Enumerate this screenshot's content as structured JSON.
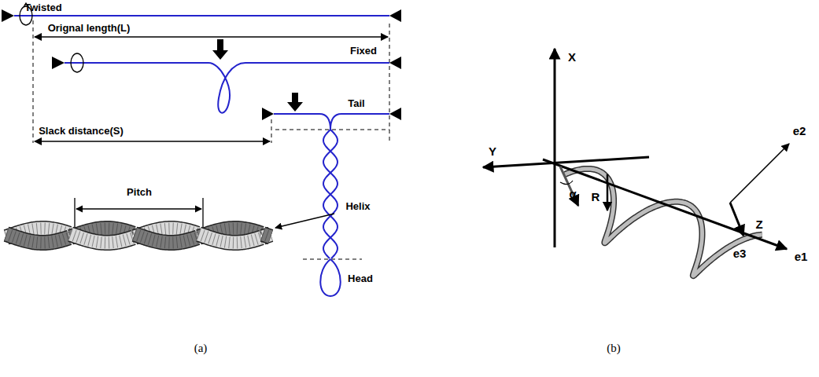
{
  "diagram": {
    "labels": [
      "Twisted",
      "Orignal length(L)",
      "Fixed",
      "Slack distance(S)",
      "Tail",
      "Pitch",
      "Helix",
      "Head",
      "(a)",
      "X",
      "Y",
      "e2",
      "α",
      "R",
      "Z",
      "e1",
      "e3",
      "(b)"
    ]
  }
}
